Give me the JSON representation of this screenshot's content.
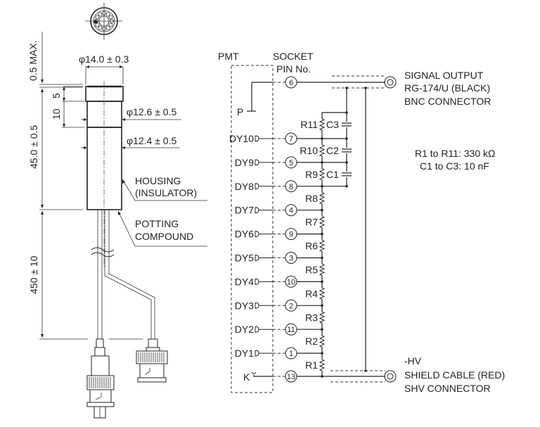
{
  "mechanical": {
    "dim_top_gap": "0.5 MAX.",
    "dim_outer_diameter": "φ14.0 ± 0.3",
    "dim_cap_height": "5",
    "dim_neck_height": "10",
    "dim_neck_diameter": "φ12.6 ± 0.5",
    "dim_body_diameter": "φ12.4 ± 0.5",
    "dim_body_length": "45.0 ± 0.5",
    "dim_cable_length": "450 ± 10",
    "label_housing_line1": "HOUSING",
    "label_housing_line2": "(INSULATOR)",
    "label_potting_line1": "POTTING",
    "label_potting_line2": "COMPOUND"
  },
  "schematic": {
    "pmt_label": "PMT",
    "socket_label_line1": "SOCKET",
    "socket_label_line2": "PIN No.",
    "anode_label": "P",
    "cathode_label": "K",
    "anode_pin": "6",
    "cathode_pin": "13",
    "dynodes": [
      {
        "label": "DY10",
        "pin": "7"
      },
      {
        "label": "DY9",
        "pin": "5"
      },
      {
        "label": "DY8",
        "pin": "8"
      },
      {
        "label": "DY7",
        "pin": "4"
      },
      {
        "label": "DY6",
        "pin": "9"
      },
      {
        "label": "DY5",
        "pin": "3"
      },
      {
        "label": "DY4",
        "pin": "10"
      },
      {
        "label": "DY3",
        "pin": "2"
      },
      {
        "label": "DY2",
        "pin": "11"
      },
      {
        "label": "DY1",
        "pin": "1"
      }
    ],
    "resistors": [
      "R11",
      "R10",
      "R9",
      "R8",
      "R7",
      "R6",
      "R5",
      "R4",
      "R3",
      "R2",
      "R1"
    ],
    "capacitors": [
      "C3",
      "C2",
      "C1"
    ],
    "signal_output": {
      "line1": "SIGNAL OUTPUT",
      "line2": "RG-174/U (BLACK)",
      "line3": "BNC CONNECTOR"
    },
    "hv_output": {
      "line1": "-HV",
      "line2": "SHIELD CABLE (RED)",
      "line3": "SHV CONNECTOR"
    },
    "notes": {
      "line1": "R1 to R11: 330 kΩ",
      "line2": "C1 to C3: 10 nF"
    }
  }
}
